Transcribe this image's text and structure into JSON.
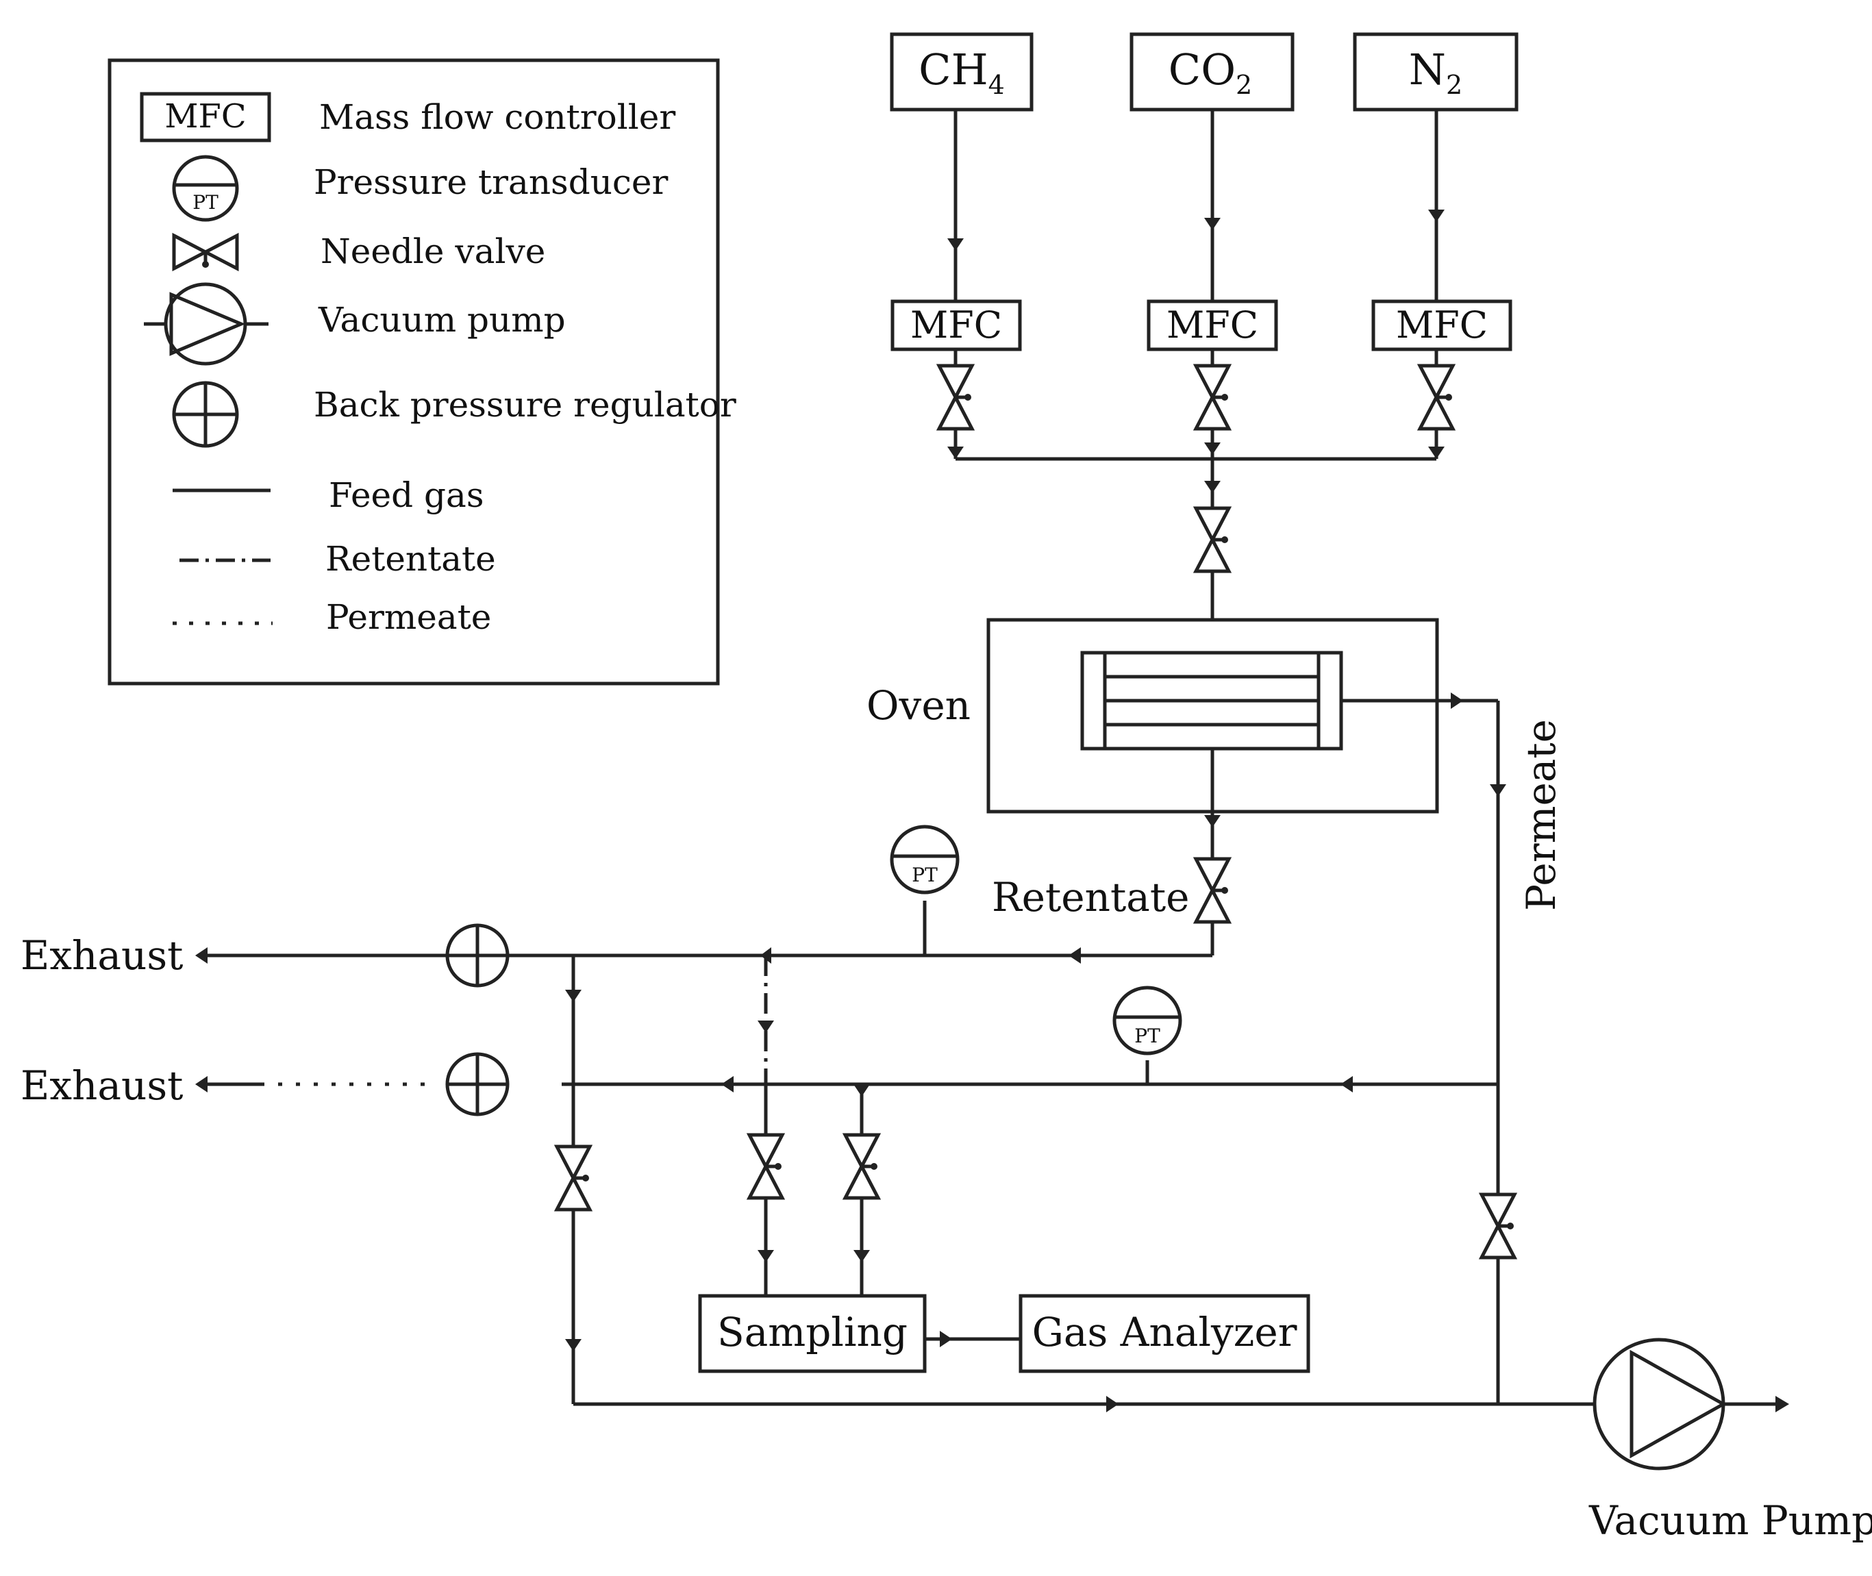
{
  "legend": {
    "mfc_symbol": "MFC",
    "pt_symbol": "PT",
    "items": [
      "Mass flow controller",
      "Pressure transducer",
      "Needle valve",
      "Vacuum pump",
      "Back pressure regulator",
      "Feed gas",
      "Retentate",
      "Permeate"
    ]
  },
  "gases": {
    "ch4": {
      "base": "CH",
      "sub": "4"
    },
    "co2": {
      "base": "CO",
      "sub": "2"
    },
    "n2": {
      "base": "N",
      "sub": "2"
    }
  },
  "mfc_label": "MFC",
  "pt_label": "PT",
  "labels": {
    "oven": "Oven",
    "retentate": "Retentate",
    "permeate": "Permeate",
    "exhaust_top": "Exhaust",
    "exhaust_bottom": "Exhaust",
    "sampling": "Sampling",
    "gas_analyzer": "Gas Analyzer",
    "vacuum_pump": "Vacuum Pump"
  }
}
